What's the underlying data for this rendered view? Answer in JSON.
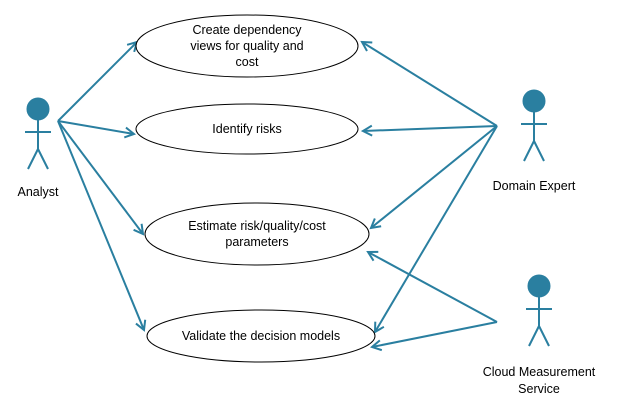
{
  "diagram": {
    "colors": {
      "line": "#2a7fa0",
      "actor_head": "#2a7fa0",
      "ellipse_stroke": "#000000",
      "ellipse_fill": "#ffffff"
    },
    "actors": [
      {
        "id": "analyst",
        "label_lines": [
          "Analyst"
        ]
      },
      {
        "id": "domain-expert",
        "label_lines": [
          "Domain Expert"
        ]
      },
      {
        "id": "cloud-measurement-service",
        "label_lines": [
          "Cloud Measurement",
          "Service"
        ]
      }
    ],
    "use_cases": [
      {
        "id": "create-dependency-views",
        "label_lines": [
          "Create dependency",
          "views for quality and",
          "cost"
        ]
      },
      {
        "id": "identify-risks",
        "label_lines": [
          "Identify risks"
        ]
      },
      {
        "id": "estimate-parameters",
        "label_lines": [
          "Estimate risk/quality/cost",
          "parameters"
        ]
      },
      {
        "id": "validate-decision-models",
        "label_lines": [
          "Validate the decision models"
        ]
      }
    ],
    "associations": [
      {
        "from": "analyst",
        "to": "create-dependency-views"
      },
      {
        "from": "analyst",
        "to": "identify-risks"
      },
      {
        "from": "analyst",
        "to": "estimate-parameters"
      },
      {
        "from": "analyst",
        "to": "validate-decision-models"
      },
      {
        "from": "domain-expert",
        "to": "create-dependency-views"
      },
      {
        "from": "domain-expert",
        "to": "identify-risks"
      },
      {
        "from": "domain-expert",
        "to": "estimate-parameters"
      },
      {
        "from": "domain-expert",
        "to": "validate-decision-models"
      },
      {
        "from": "cloud-measurement-service",
        "to": "estimate-parameters"
      },
      {
        "from": "cloud-measurement-service",
        "to": "validate-decision-models"
      }
    ]
  }
}
